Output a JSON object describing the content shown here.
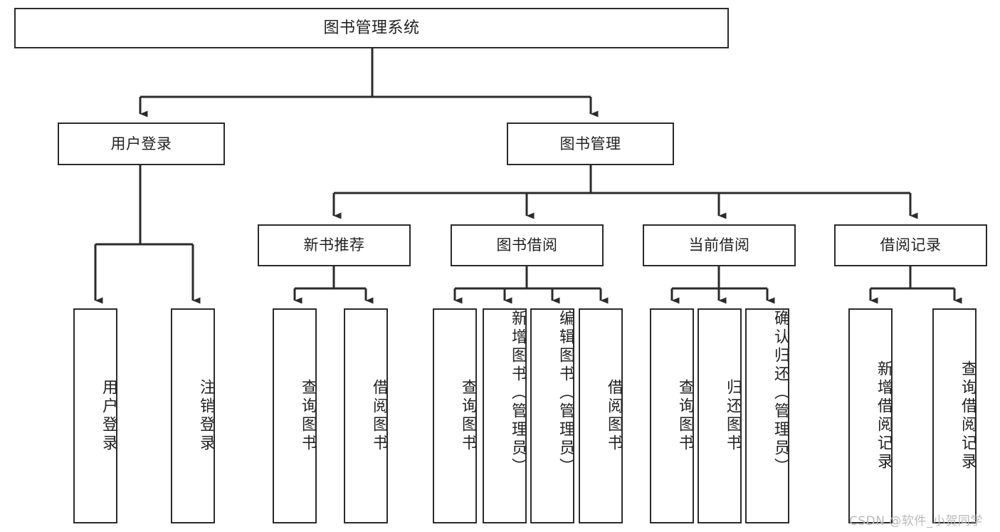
{
  "diagram": {
    "type": "tree-hierarchy",
    "title": "图书管理系统",
    "watermark": "CSDN @软件_小贺同学",
    "colors": {
      "box_border": "#2b2b2b",
      "box_fill": "#ffffff",
      "edge": "#2b2b2b",
      "text": "#222222",
      "watermark": "#b9b9b9",
      "background": "#ffffff"
    },
    "levels": {
      "root": {
        "label": "图书管理系统"
      },
      "level2": [
        {
          "label": "用户登录"
        },
        {
          "label": "图书管理"
        }
      ],
      "level3": [
        {
          "label": "新书推荐"
        },
        {
          "label": "图书借阅"
        },
        {
          "label": "当前借阅"
        },
        {
          "label": "借阅记录"
        }
      ],
      "leaves": [
        {
          "label": "用户登录",
          "parent": "用户登录",
          "orientation": "vertical"
        },
        {
          "label": "注销登录",
          "parent": "用户登录",
          "orientation": "vertical"
        },
        {
          "label": "查询图书",
          "parent": "新书推荐",
          "orientation": "vertical"
        },
        {
          "label": "借阅图书",
          "parent": "新书推荐",
          "orientation": "vertical"
        },
        {
          "label": "查询图书",
          "parent": "图书借阅",
          "orientation": "vertical"
        },
        {
          "label": "新增图书（管理员）",
          "parent": "图书借阅",
          "orientation": "vertical"
        },
        {
          "label": "编辑图书（管理员）",
          "parent": "图书借阅",
          "orientation": "vertical"
        },
        {
          "label": "借阅图书",
          "parent": "图书借阅",
          "orientation": "vertical"
        },
        {
          "label": "查询图书",
          "parent": "当前借阅",
          "orientation": "vertical"
        },
        {
          "label": "归还图书",
          "parent": "当前借阅",
          "orientation": "vertical"
        },
        {
          "label": "确认归还（管理员）",
          "parent": "当前借阅",
          "orientation": "vertical"
        },
        {
          "label": "新增借阅记录",
          "parent": "借阅记录",
          "orientation": "vertical"
        },
        {
          "label": "查询借阅记录",
          "parent": "借阅记录",
          "orientation": "vertical"
        }
      ]
    }
  }
}
